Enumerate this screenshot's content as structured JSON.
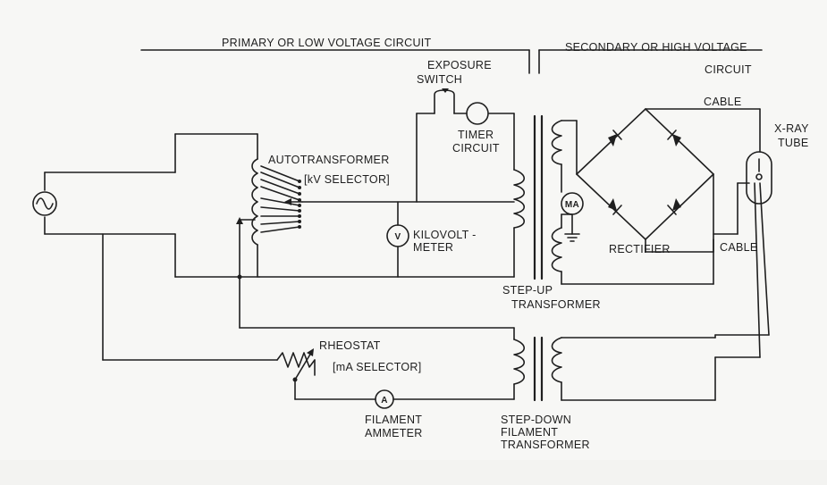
{
  "sections": {
    "primary": "PRIMARY OR LOW VOLTAGE CIRCUIT",
    "secondary": "SECONDARY OR HIGH VOLTAGE",
    "secondary_circuit": "CIRCUIT"
  },
  "labels": {
    "exposure_1": "EXPOSURE",
    "exposure_2": "SWITCH",
    "timer_1": "TIMER",
    "timer_2": "CIRCUIT",
    "autotransformer": "AUTOTRANSFORMER",
    "kv_selector": "[kV SELECTOR]",
    "kilovolt_1": "KILOVOLT -",
    "kilovolt_2": "METER",
    "cable_top": "CABLE",
    "cable_bottom": "CABLE",
    "xray_1": "X-RAY",
    "xray_2": "TUBE",
    "rectifier": "RECTIFIER",
    "stepup_1": "STEP-UP",
    "stepup_2": "TRANSFORMER",
    "rheostat": "RHEOSTAT",
    "ma_selector": "[mA SELECTOR]",
    "ammeter_1": "FILAMENT",
    "ammeter_2": "AMMETER",
    "stepdown_1": "STEP-DOWN",
    "stepdown_2": "FILAMENT",
    "stepdown_3": "TRANSFORMER"
  },
  "meters": {
    "voltmeter": "V",
    "milliammeter": "MA",
    "ammeter": "A"
  },
  "icons": {
    "ac_source": "sine-wave-icon",
    "ground": "ground-icon"
  }
}
